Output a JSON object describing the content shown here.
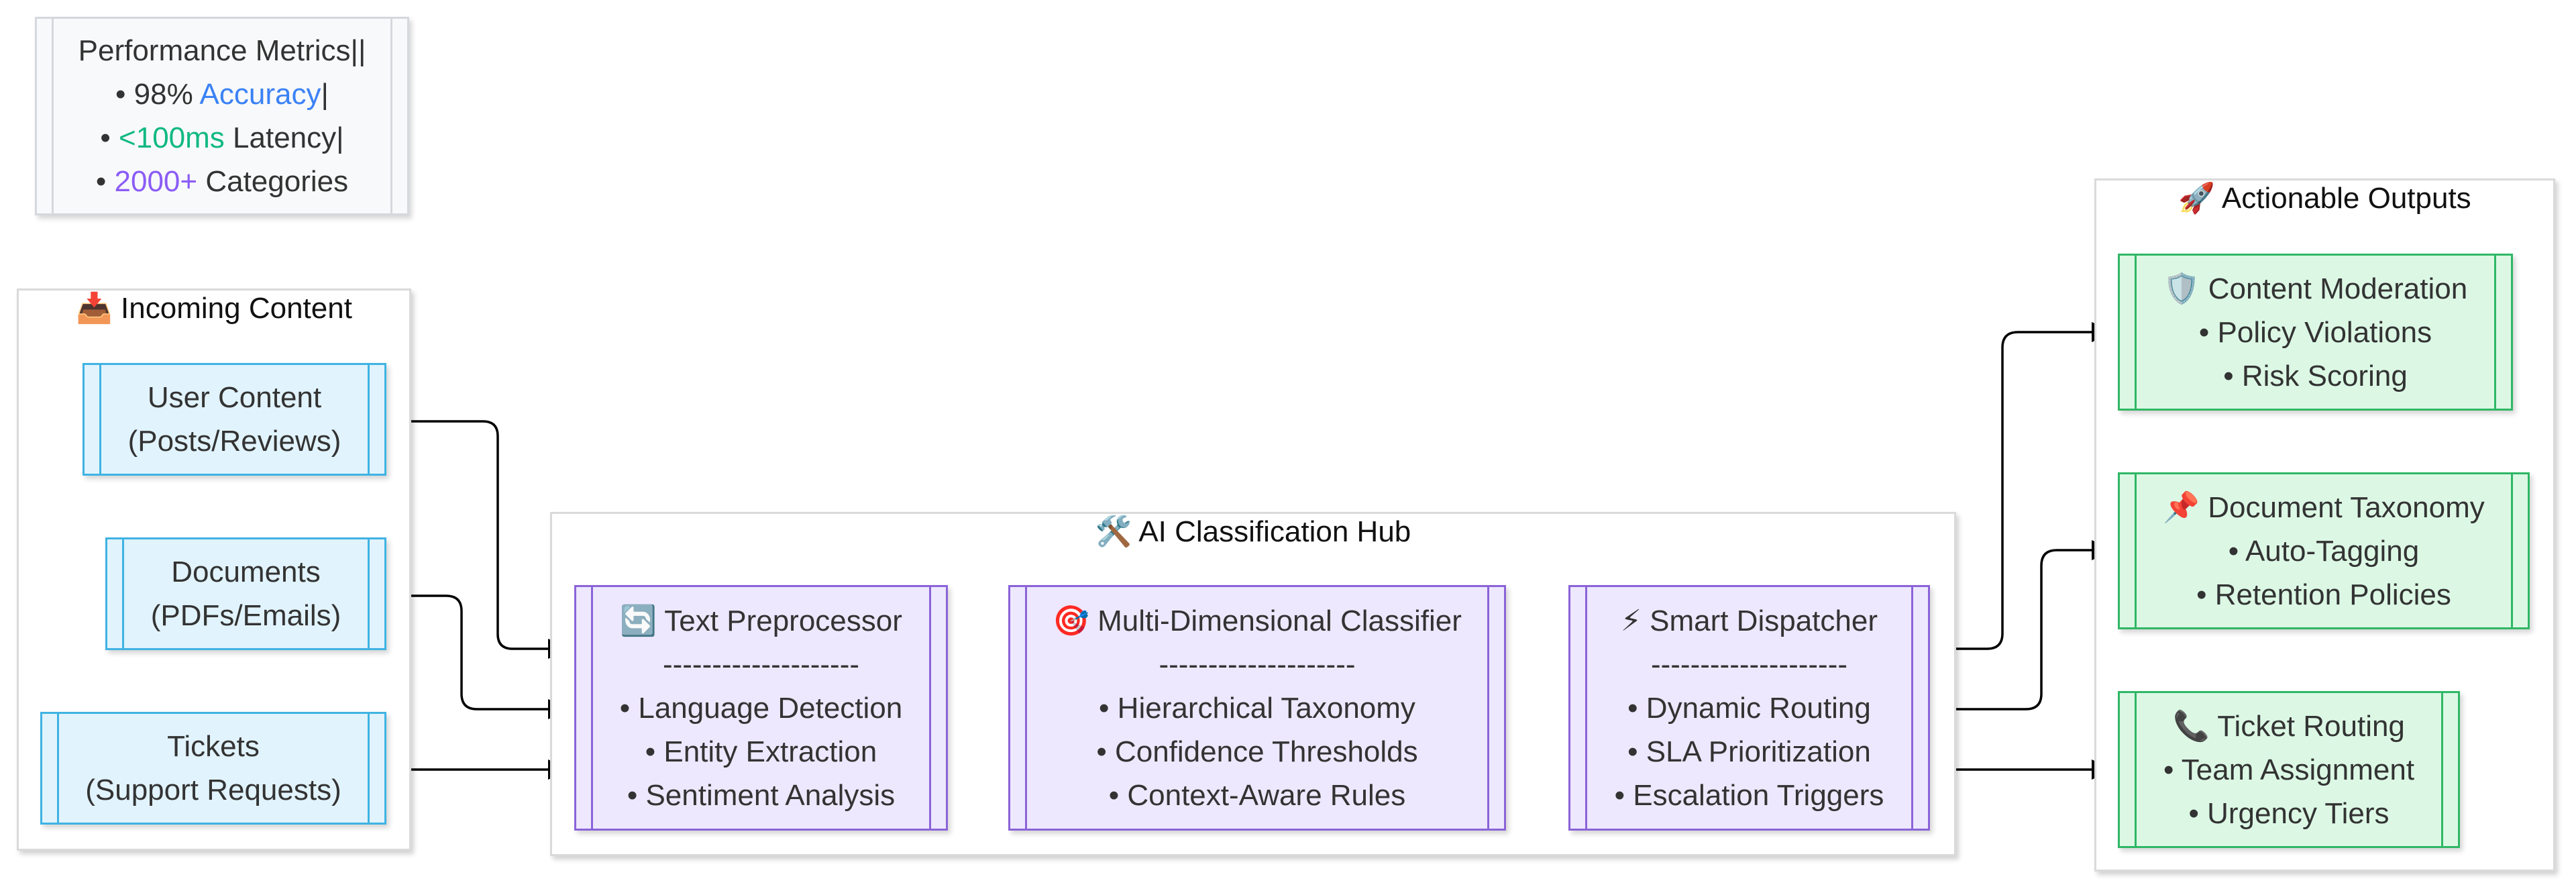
{
  "metrics": {
    "title": "Performance Metrics||",
    "line1": {
      "bullet": "• 98% ",
      "highlight": "Accuracy",
      "suffix": "|"
    },
    "line2": {
      "bullet": "• ",
      "highlight": "<100ms",
      "suffix": " Latency|"
    },
    "line3": {
      "bullet": "• ",
      "highlight": "2000+",
      "suffix": " Categories"
    },
    "colors": {
      "accuracy": "#3b82f6",
      "latency": "#10b981",
      "categories": "#8b5cf6"
    }
  },
  "incoming": {
    "title": "📥 Incoming Content",
    "nodes": [
      {
        "line1": "User Content",
        "line2": "(Posts/Reviews)"
      },
      {
        "line1": "Documents",
        "line2": "(PDFs/Emails)"
      },
      {
        "line1": "Tickets",
        "line2": "(Support Requests)"
      }
    ]
  },
  "hub": {
    "title": "🛠️ AI Classification Hub",
    "nodes": [
      {
        "title": "🔄 Text Preprocessor",
        "divider": "--------------------",
        "items": [
          "• Language Detection",
          "• Entity Extraction",
          "• Sentiment Analysis"
        ]
      },
      {
        "title": "🎯 Multi-Dimensional Classifier",
        "divider": "--------------------",
        "items": [
          "• Hierarchical Taxonomy",
          "• Confidence Thresholds",
          "• Context-Aware Rules"
        ]
      },
      {
        "title": "⚡ Smart Dispatcher",
        "divider": "--------------------",
        "items": [
          "• Dynamic Routing",
          "• SLA Prioritization",
          "• Escalation Triggers"
        ]
      }
    ]
  },
  "outputs": {
    "title": "🚀 Actionable Outputs",
    "nodes": [
      {
        "title": "🛡️ Content Moderation",
        "items": [
          "• Policy Violations",
          "• Risk Scoring"
        ]
      },
      {
        "title": "📌 Document Taxonomy",
        "items": [
          "• Auto-Tagging",
          "• Retention Policies"
        ]
      },
      {
        "title": "📞 Ticket Routing",
        "items": [
          "• Team Assignment",
          "• Urgency Tiers"
        ]
      }
    ]
  },
  "colors": {
    "input_fill": "#e1f3fc",
    "input_stroke": "#3fb3e3",
    "process_fill": "#ede8fd",
    "process_stroke": "#8b63d8",
    "output_fill": "#dcf8e5",
    "output_stroke": "#2fb765",
    "edge": "#000000"
  }
}
